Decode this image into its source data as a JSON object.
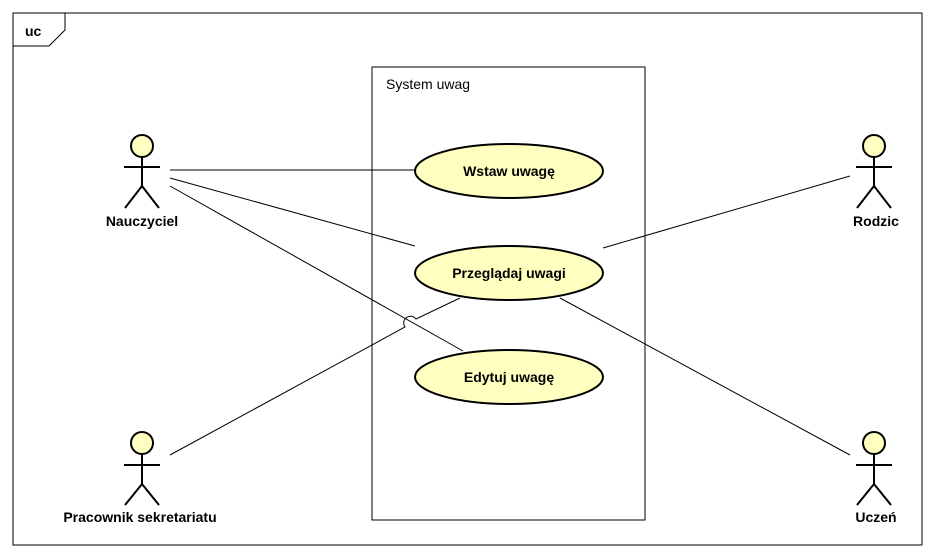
{
  "frame": {
    "label": "uc"
  },
  "system": {
    "label": "System uwag"
  },
  "use_cases": [
    {
      "id": "wstaw",
      "label": "Wstaw uwagę"
    },
    {
      "id": "przegladaj",
      "label": "Przeglądaj uwagi"
    },
    {
      "id": "edytuj",
      "label": "Edytuj uwagę"
    }
  ],
  "actors": [
    {
      "id": "nauczyciel",
      "label": "Nauczyciel"
    },
    {
      "id": "pracownik",
      "label": "Pracownik sekretariatu"
    },
    {
      "id": "rodzic",
      "label": "Rodzic"
    },
    {
      "id": "uczen",
      "label": "Uczeń"
    }
  ],
  "associations": [
    {
      "actor": "nauczyciel",
      "use_case": "wstaw"
    },
    {
      "actor": "nauczyciel",
      "use_case": "przegladaj"
    },
    {
      "actor": "nauczyciel",
      "use_case": "edytuj"
    },
    {
      "actor": "pracownik",
      "use_case": "przegladaj"
    },
    {
      "actor": "rodzic",
      "use_case": "przegladaj"
    },
    {
      "actor": "uczen",
      "use_case": "przegladaj"
    }
  ]
}
